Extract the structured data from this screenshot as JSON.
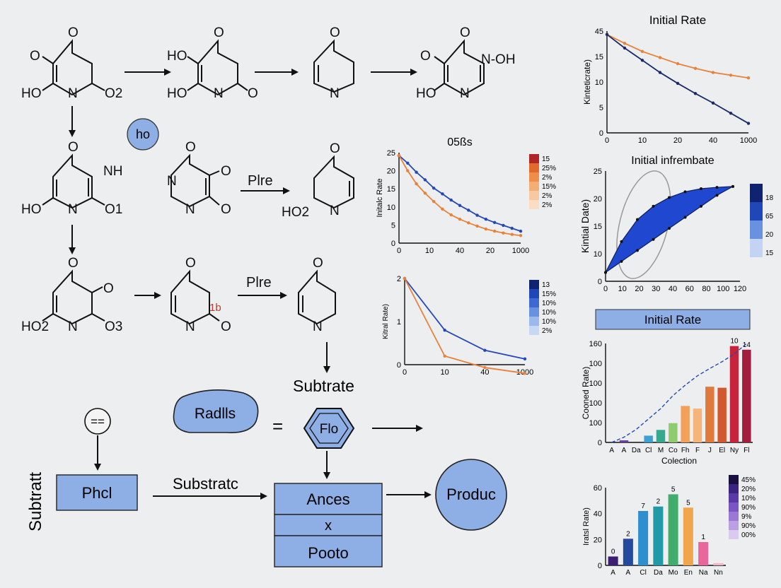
{
  "colors": {
    "accent_blue": "#8eaee6",
    "line_blue": "#2448b8",
    "line_orange": "#e8823a",
    "background": "#eceeef"
  },
  "reactions": {
    "row1": {
      "m1": {
        "top": "O",
        "left": "O",
        "bottom_left": "HO",
        "bottom_mid": "N",
        "right": "O2"
      },
      "m2": {
        "top": "O",
        "left": "HO",
        "bottom_left": "HO",
        "bottom_mid": "N",
        "right": "O"
      },
      "m3": {
        "top": "O",
        "bottom": "N"
      },
      "m4": {
        "top": "O",
        "left": "O",
        "right": "N-OH",
        "bottom_left": "HO",
        "bottom_mid": "N"
      }
    },
    "ho_bubble": "ho",
    "row2": {
      "m1": {
        "top": "O",
        "right": "NH",
        "bottom_left": "HO",
        "bottom_mid": "N",
        "bottom_right": "O1"
      },
      "m2": {
        "top": "O",
        "left": "N",
        "right_top": "O",
        "bottom_mid": "N",
        "bottom_right": "O"
      },
      "arrow_label": "Plre",
      "m3": {
        "top": "O",
        "bottom_left": "HO2",
        "bottom_mid": "N"
      }
    },
    "row3": {
      "m1": {
        "top": "O",
        "right": "O",
        "bottom_left": "HO2",
        "bottom_mid": "N",
        "bottom_right": "O3"
      },
      "m2": {
        "top": "O",
        "mark": "1b",
        "bottom_mid": "N",
        "bottom_right": "O"
      },
      "arrow_label": "Plre",
      "m3": {
        "top": "O",
        "bottom": "N"
      }
    }
  },
  "flow": {
    "substrate_label": "Subtrate",
    "equals_circle": "==",
    "radils": "Radlls",
    "equals_sign": "=",
    "hex_label": "Flo",
    "side_label": "Subtratt",
    "phcl": "Phcl",
    "arrow_label": "Substratc",
    "stack": [
      "Ances",
      "x",
      "Pooto"
    ],
    "product": "Produc"
  },
  "chart_data": [
    {
      "type": "line",
      "title": "Initial Rate",
      "ylabel": "Kinteticrate)",
      "xticks": [
        "0",
        "10",
        "20",
        "40",
        "1000"
      ],
      "yticks": [
        "0",
        "5",
        "10",
        "15",
        "45"
      ],
      "ylim": [
        0,
        15
      ],
      "series": [
        {
          "color": "#e8823a",
          "values": [
            14.5,
            13.2,
            12.0,
            11.1,
            10.2,
            9.5,
            8.9,
            8.5,
            8.1
          ]
        },
        {
          "color": "#1b2a6b",
          "values": [
            14.5,
            12.5,
            10.7,
            8.9,
            7.3,
            5.8,
            4.4,
            2.9,
            1.4
          ]
        }
      ]
    },
    {
      "type": "line",
      "title": "05ßs",
      "ylabel": "Initalc Rate",
      "xticks": [
        "0",
        "10",
        "40",
        "20",
        "1000"
      ],
      "yticks": [
        "0",
        "5",
        "10",
        "15",
        "20",
        "25"
      ],
      "ylim": [
        0,
        25
      ],
      "legend": [
        "15",
        "25%",
        "2%",
        "15%",
        "2%",
        "2%"
      ],
      "legend_colors": [
        "#b02626",
        "#e06a2e",
        "#ef8e48",
        "#f4ad74",
        "#f8c8a0",
        "#fbdcc4"
      ],
      "series": [
        {
          "color": "#2448b8",
          "values": [
            24.2,
            22.1,
            19.6,
            17.5,
            15.2,
            13.6,
            11.9,
            10.4,
            9.1,
            7.7,
            6.6,
            5.7,
            4.9,
            4.1,
            3.3
          ]
        },
        {
          "color": "#e8823a",
          "values": [
            24.2,
            20.0,
            16.4,
            13.8,
            11.5,
            9.4,
            7.8,
            6.6,
            5.6,
            4.7,
            3.9,
            3.3,
            2.8,
            2.4,
            2.1
          ]
        }
      ]
    },
    {
      "type": "area",
      "title": "Initial infrembate",
      "ylabel": "Kintial Date)",
      "xticks": [
        "0",
        "10",
        "20",
        "30",
        "40",
        "60",
        "80",
        "100",
        "120"
      ],
      "yticks": [
        "0",
        "10",
        "15",
        "20",
        "25"
      ],
      "ylim": [
        0,
        25
      ],
      "legend": [
        "18",
        "65",
        "20",
        "15"
      ],
      "legend_colors": [
        "#0f2370",
        "#1f47b8",
        "#6a91e0",
        "#c3d3f3"
      ],
      "upper": [
        2,
        9,
        14,
        17,
        19,
        20.3,
        21,
        21.3,
        21.5
      ],
      "lower": [
        2,
        4.5,
        7,
        9.5,
        12,
        14.5,
        17,
        19.5,
        21.5
      ]
    },
    {
      "type": "line",
      "ylabel": "Kitral Rate)",
      "xticks": [
        "0",
        "10",
        "40",
        "1000"
      ],
      "yticks": [
        "0",
        "1",
        "2"
      ],
      "ylim": [
        -1,
        2
      ],
      "legend": [
        "13",
        "15%",
        "10%",
        "10%",
        "10%",
        "2%"
      ],
      "legend_colors": [
        "#0f2370",
        "#1f47b8",
        "#3e69d0",
        "#6a91e0",
        "#9db8ec",
        "#c8d7f4"
      ],
      "series": [
        {
          "color": "#2448b8",
          "values": [
            2,
            0.2,
            -0.5,
            -0.8
          ]
        },
        {
          "color": "#e8823a",
          "values": [
            2,
            -0.7,
            -1.1,
            -1.3
          ]
        }
      ]
    },
    {
      "type": "bar",
      "title": "Initial Rate",
      "ylabel": "Cooned Rate)",
      "xlabel": "Colection",
      "categories": [
        "A",
        "A",
        "Da",
        "Cl",
        "M",
        "Co",
        "Fh",
        "F",
        "J",
        "El",
        "Ny",
        "Fl"
      ],
      "values": [
        0,
        4,
        0,
        13,
        24,
        37,
        70,
        65,
        107,
        105,
        185,
        178
      ],
      "ylim": [
        0,
        190
      ],
      "yticks": [
        "0",
        "100",
        "100",
        "100",
        "100",
        "160"
      ],
      "bar_labels": [
        "",
        "",
        "",
        "",
        "",
        "",
        "",
        "",
        "",
        "",
        "10",
        "14"
      ],
      "colors": [
        "#e6a63a",
        "#6a3ea0",
        "#3f86c8",
        "#3f9fd0",
        "#35a98f",
        "#8fcc6e",
        "#f3a05a",
        "#f3b57a",
        "#e07a3c",
        "#d4582e",
        "#c8233c",
        "#a31d3c"
      ],
      "trend": [
        0,
        10,
        25,
        45,
        65,
        90,
        110,
        128,
        142,
        155,
        170,
        190
      ]
    },
    {
      "type": "bar",
      "ylabel": "Iratsl Rate)",
      "categories": [
        "A",
        "A",
        "Cl",
        "Da",
        "Mo",
        "En",
        "Na",
        "Nn"
      ],
      "values": [
        8,
        24,
        49,
        53,
        64,
        52,
        21,
        2
      ],
      "ylim": [
        0,
        70
      ],
      "yticks": [
        "0",
        "20",
        "40",
        "60"
      ],
      "bar_labels": [
        "0",
        "2",
        "7",
        "2",
        "5",
        "5",
        "1",
        ""
      ],
      "colors": [
        "#3a1f72",
        "#244aa0",
        "#2d8ed0",
        "#1f9aa6",
        "#3fae6c",
        "#f0a64c",
        "#e8669a",
        "#f2b6c6"
      ],
      "legend": [
        "45%",
        "20%",
        "10%",
        "90%",
        "9%",
        "90%",
        "00%"
      ],
      "legend_colors": [
        "#1a1040",
        "#3a2480",
        "#5a3aa8",
        "#7a56c4",
        "#9a78d4",
        "#baa0e2",
        "#dacaf0"
      ]
    }
  ]
}
